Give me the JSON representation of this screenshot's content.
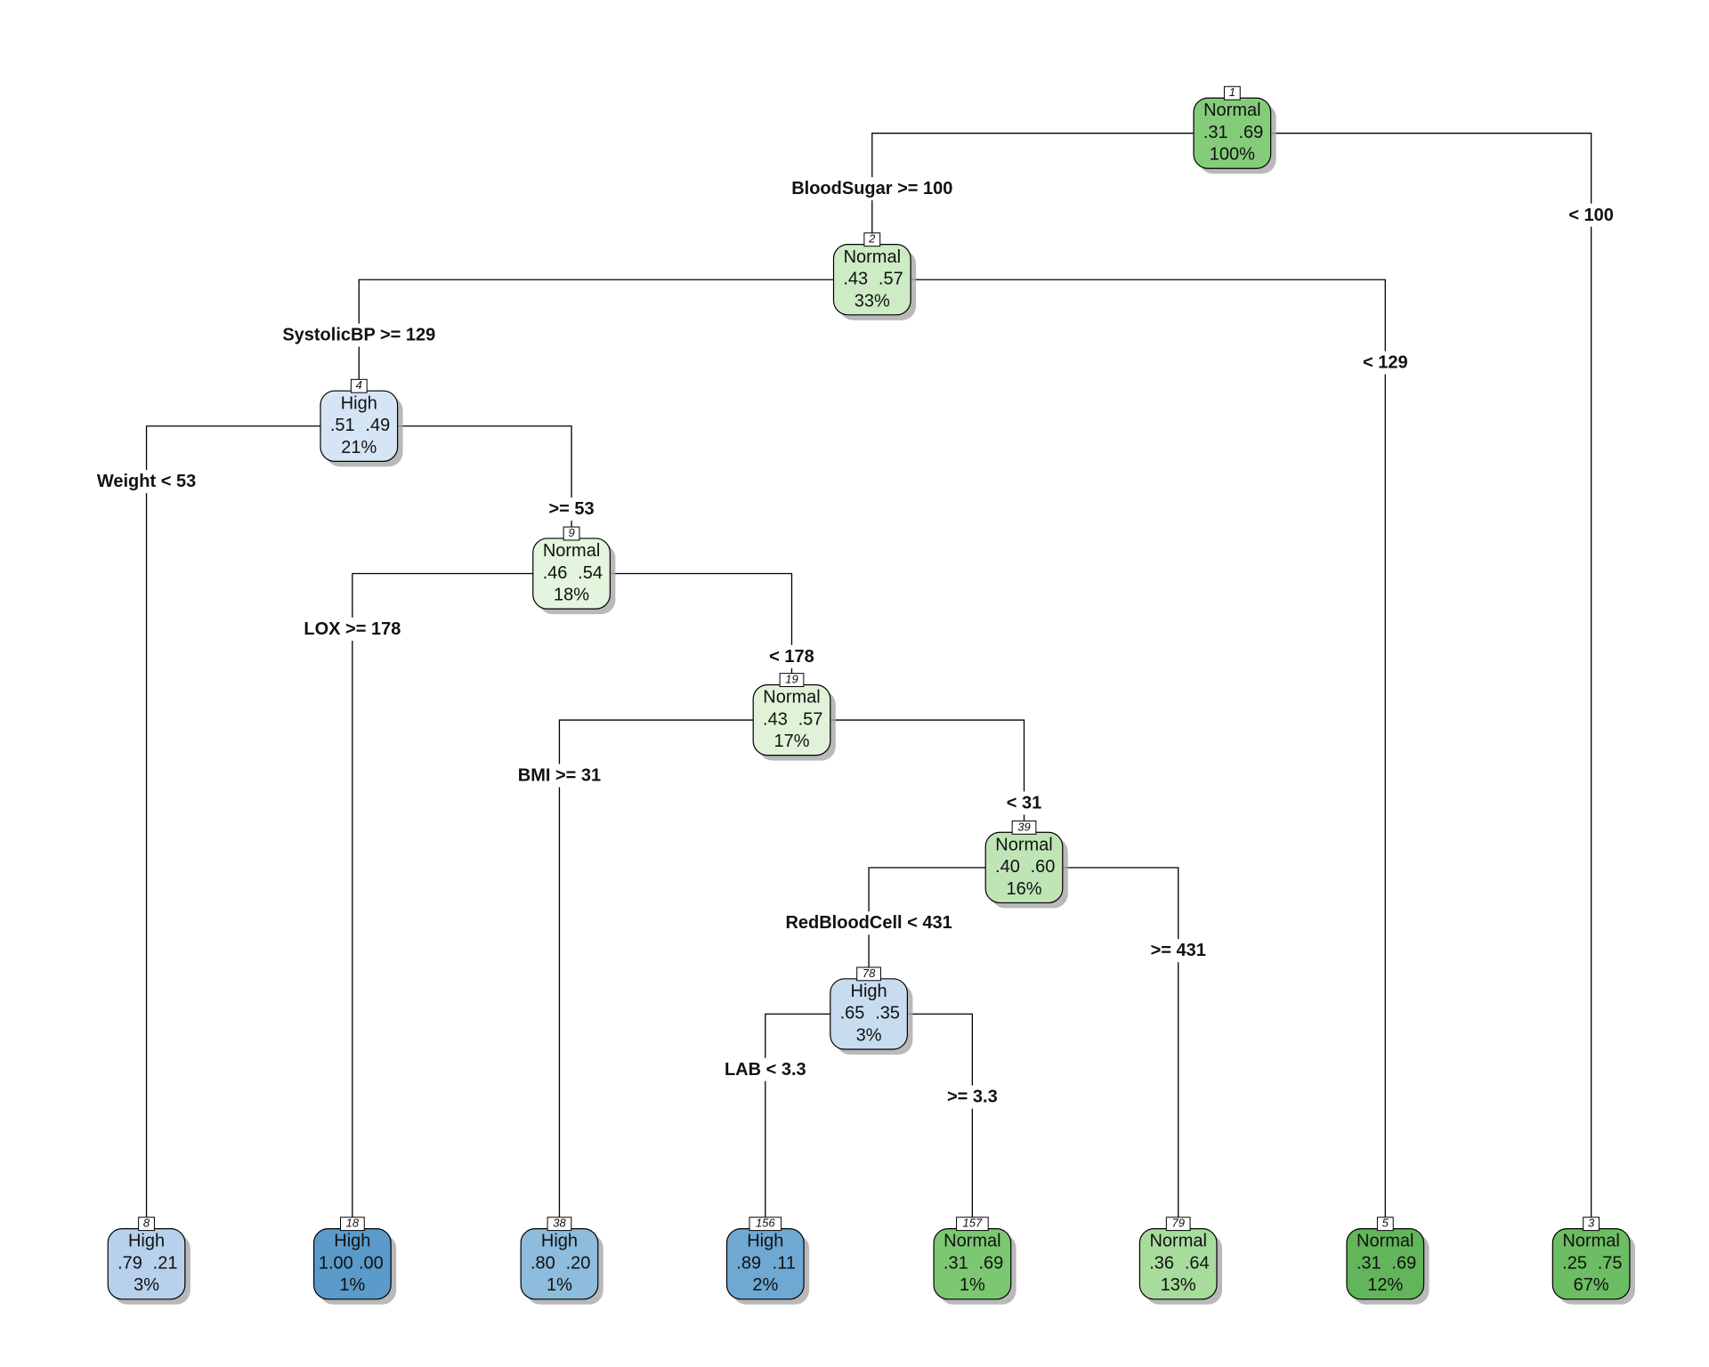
{
  "colors": {
    "high_dark": "#5a9bc9",
    "high_mid": "#8dbcdc",
    "high_light": "#b7d1ec",
    "high_pale": "#d6e5f5",
    "high_pale2": "#c8dcf0",
    "normal_pale": "#e3f5dc",
    "normal_light": "#cdebc5",
    "normal_light2": "#bfe5b6",
    "normal_mid": "#a8dc9d",
    "normal_strong": "#84cc7a",
    "normal_dark": "#6cbd63"
  },
  "nodes": [
    {
      "id": "1",
      "class": "Normal",
      "p1": ".31",
      "p2": ".69",
      "pct": "100%",
      "color": "#84cc7a"
    },
    {
      "id": "2",
      "class": "Normal",
      "p1": ".43",
      "p2": ".57",
      "pct": "33%",
      "color": "#cdebc5"
    },
    {
      "id": "4",
      "class": "High",
      "p1": ".51",
      "p2": ".49",
      "pct": "21%",
      "color": "#d6e5f5"
    },
    {
      "id": "9",
      "class": "Normal",
      "p1": ".46",
      "p2": ".54",
      "pct": "18%",
      "color": "#e3f5dc"
    },
    {
      "id": "19",
      "class": "Normal",
      "p1": ".43",
      "p2": ".57",
      "pct": "17%",
      "color": "#e0f3d8"
    },
    {
      "id": "39",
      "class": "Normal",
      "p1": ".40",
      "p2": ".60",
      "pct": "16%",
      "color": "#bfe5b6"
    },
    {
      "id": "78",
      "class": "High",
      "p1": ".65",
      "p2": ".35",
      "pct": "3%",
      "color": "#c8dcf0"
    },
    {
      "id": "8",
      "class": "High",
      "p1": ".79",
      "p2": ".21",
      "pct": "3%",
      "color": "#b7d1ec"
    },
    {
      "id": "18",
      "class": "High",
      "p1": "1.00",
      "p2": ".00",
      "pct": "1%",
      "color": "#5a9bc9"
    },
    {
      "id": "38",
      "class": "High",
      "p1": ".80",
      "p2": ".20",
      "pct": "1%",
      "color": "#8dbcdc"
    },
    {
      "id": "156",
      "class": "High",
      "p1": ".89",
      "p2": ".11",
      "pct": "2%",
      "color": "#6ea8d3"
    },
    {
      "id": "157",
      "class": "Normal",
      "p1": ".31",
      "p2": ".69",
      "pct": "1%",
      "color": "#7cc872"
    },
    {
      "id": "79",
      "class": "Normal",
      "p1": ".36",
      "p2": ".64",
      "pct": "13%",
      "color": "#a8dc9d"
    },
    {
      "id": "5",
      "class": "Normal",
      "p1": ".31",
      "p2": ".69",
      "pct": "12%",
      "color": "#62b55a"
    },
    {
      "id": "3",
      "class": "Normal",
      "p1": ".25",
      "p2": ".75",
      "pct": "67%",
      "color": "#6cbd63"
    }
  ],
  "splits": [
    {
      "parent": "1",
      "left": "2",
      "right": "3",
      "left_label": "BloodSugar >= 100",
      "right_label": "< 100"
    },
    {
      "parent": "2",
      "left": "4",
      "right": "5",
      "left_label": "SystolicBP >= 129",
      "right_label": "< 129"
    },
    {
      "parent": "4",
      "left": "8",
      "right": "9",
      "left_label": "Weight < 53",
      "right_label": ">= 53"
    },
    {
      "parent": "9",
      "left": "18",
      "right": "19",
      "left_label": "LOX >= 178",
      "right_label": "< 178"
    },
    {
      "parent": "19",
      "left": "38",
      "right": "39",
      "left_label": "BMI >= 31",
      "right_label": "< 31"
    },
    {
      "parent": "39",
      "left": "78",
      "right": "79",
      "left_label": "RedBloodCell < 431",
      "right_label": ">= 431"
    },
    {
      "parent": "78",
      "left": "156",
      "right": "157",
      "left_label": "LAB < 3.3",
      "right_label": ">= 3.3"
    }
  ]
}
